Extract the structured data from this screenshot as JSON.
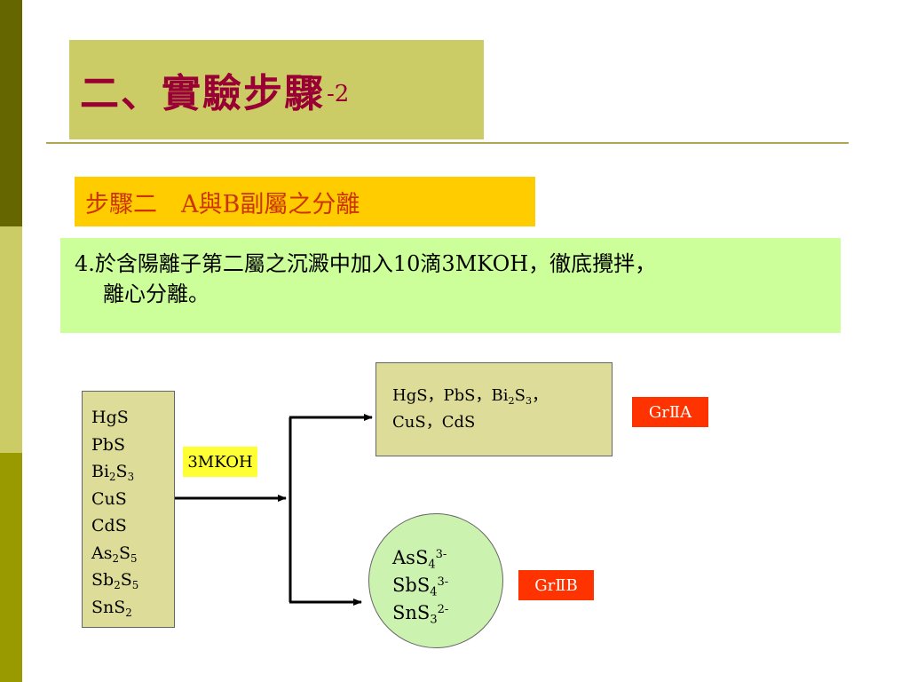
{
  "title": {
    "main": "二、實驗步驟",
    "suffix": "-2"
  },
  "step": {
    "label": "步驟二　A與B副屬之分離"
  },
  "description": {
    "line1": "4.於含陽離子第二屬之沉澱中加入10滴3MKOH，徹底攪拌，",
    "line2": "離心分離。"
  },
  "diagram": {
    "reagent": "3MKOH",
    "group_a_label": "GrⅡA",
    "group_b_label": "GrⅡB",
    "top_products_line1": "HgS，PbS，Bi₂S₃，",
    "top_products_line2": "CuS，CdS",
    "circle_species": [
      "AsS₄³⁻",
      "SbS₄³⁻",
      "SnS₃²⁻"
    ],
    "left_species": [
      "HgS",
      "PbS",
      "Bi₂S₃",
      "CuS",
      "CdS",
      "As₂S₅",
      "Sb₂S₅",
      "SnS₂"
    ]
  },
  "colors": {
    "sidebar": [
      "#666600",
      "#cccc66",
      "#999900"
    ],
    "title_bg": "#cccc66",
    "title_text": "#990033",
    "step_bg": "#ffcc00",
    "step_text": "#cc3300",
    "desc_bg": "#ccff99",
    "box_bg": "#dddd99",
    "circle_bg": "#ccf2b0",
    "reagent_bg": "#ffff33",
    "badge_bg": "#ff3300"
  }
}
